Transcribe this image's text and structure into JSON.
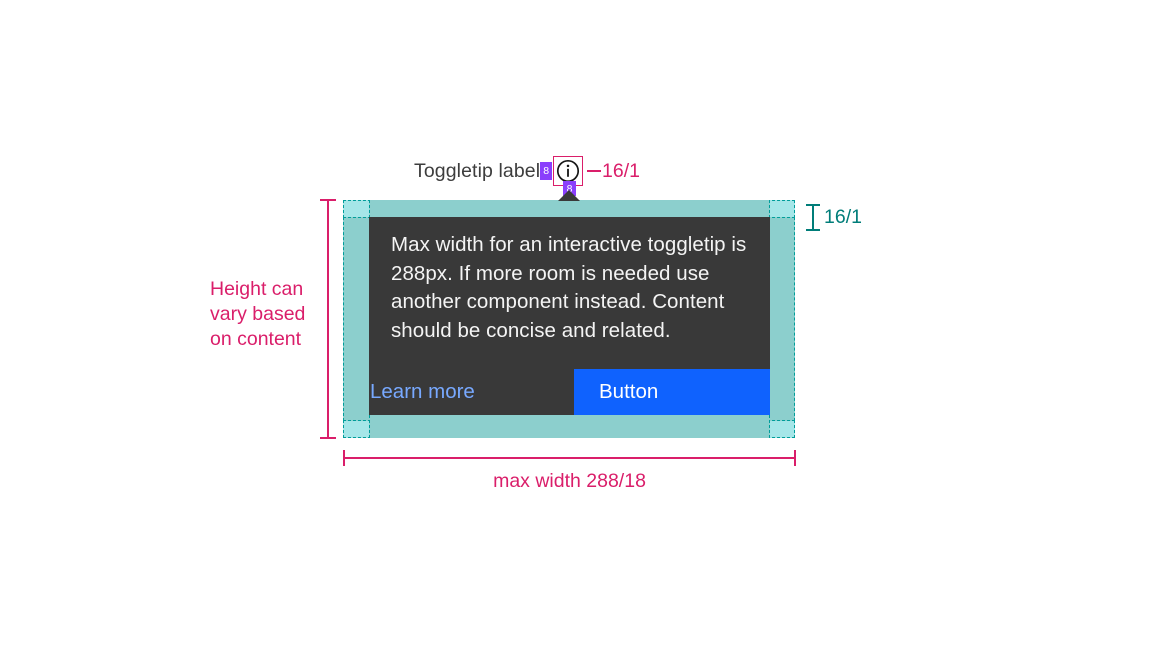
{
  "trigger": {
    "label": "Toggletip label",
    "gap_badge_label": "8",
    "caret_gap_badge_label": "8",
    "info_icon": "info-circle-icon",
    "leader_measure_label": "16/1"
  },
  "toggletip": {
    "body_text": "Max width for an interactive toggletip is 288px. If more room is needed use another component instead. Content should be concise and related.",
    "link_label": "Learn more",
    "button_label": "Button"
  },
  "annotations": {
    "height_note": "Height can vary based on content",
    "width_note": "max width 288/18",
    "padding_note": "16/1"
  },
  "colors": {
    "surface": "#393939",
    "button": "#0f62fe",
    "link": "#78a9ff",
    "spec_magenta": "#da1e6a",
    "spec_teal_line": "#009d9a",
    "spec_teal_text": "#007d79",
    "spec_purple": "#8a3ffc",
    "region_outer": "#a5e6e8",
    "region_inner": "#8ccfcd",
    "label_text": "#3d3d3d"
  }
}
